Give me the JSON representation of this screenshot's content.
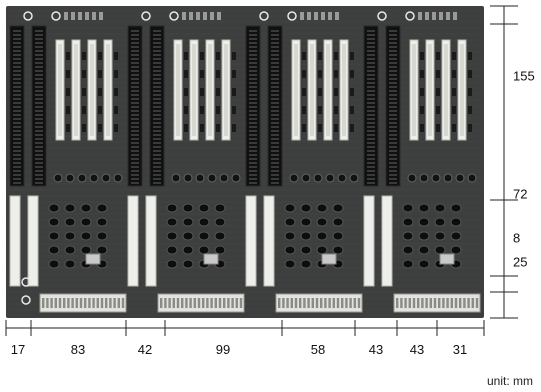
{
  "dimensions": {
    "horizontal": [
      "17",
      "83",
      "42",
      "99",
      "58",
      "43",
      "43",
      "31"
    ],
    "vertical": [
      "155",
      "72",
      "8",
      "25"
    ]
  },
  "unit_note": "unit: mm"
}
